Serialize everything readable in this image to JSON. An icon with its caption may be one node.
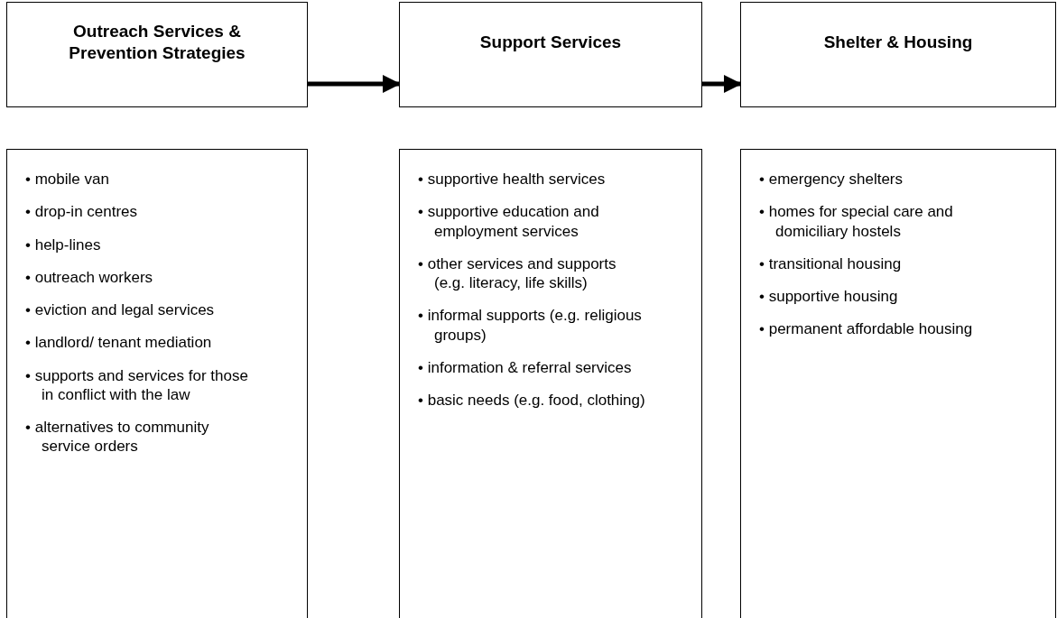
{
  "diagram": {
    "nodes": [
      {
        "text": [
          "Outreach Services & Prevention Strategies"
        ]
      },
      {
        "text": [
          "Support Services"
        ]
      },
      {
        "text": [
          "Shelter & Housing"
        ]
      },
      {
        "text": [
          "• mobile van",
          "• drop-in centres",
          "• help-lines",
          "• outreach workers",
          "• eviction and legal services",
          "• landlord/ tenant mediation",
          "• supports and services for those in conflict with the law",
          "• alternatives to community service orders"
        ]
      },
      {
        "text": [
          "• supportive health services",
          "• supportive education and employment services",
          "• other services and supports (e.g. literacy, life skills)",
          "• informal supports (e.g. religious groups)",
          "• information & referral services",
          "• basic needs (e.g. food, clothing)"
        ]
      },
      {
        "text": [
          "• emergency shelters",
          "• homes for special care and domiciliary hostels",
          "• transitional housing",
          "• supportive housing",
          "• permanent affordable housing"
        ]
      }
    ],
    "edges": [
      {
        "from": 0,
        "to": 1,
        "arrow": "to"
      },
      {
        "from": 1,
        "to": 2,
        "arrow": "to"
      }
    ]
  }
}
